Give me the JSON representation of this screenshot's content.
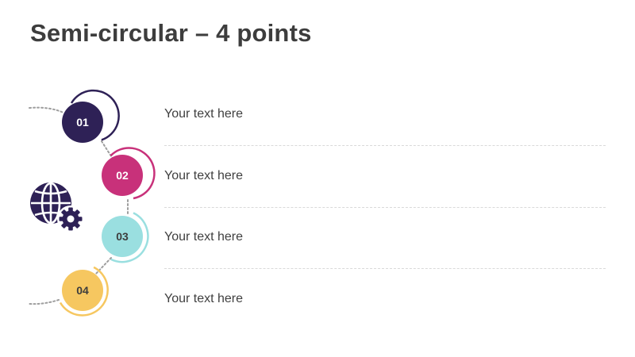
{
  "slide": {
    "title": "Semi-circular – 4 points"
  },
  "steps": [
    {
      "label": "01",
      "text": "Your text here",
      "color": "#2e2156",
      "text_color": "#ffffff"
    },
    {
      "label": "02",
      "text": "Your text here",
      "color": "#c8317a",
      "text_color": "#ffffff"
    },
    {
      "label": "03",
      "text": "Your text here",
      "color": "#9adfe0",
      "text_color": "#3d3d3d"
    },
    {
      "label": "04",
      "text": "Your text here",
      "color": "#f6c760",
      "text_color": "#3d3d3d"
    }
  ],
  "icon": {
    "name": "globe-gear-icon",
    "color": "#2e2156"
  },
  "connector_color": "#9e9e9e"
}
